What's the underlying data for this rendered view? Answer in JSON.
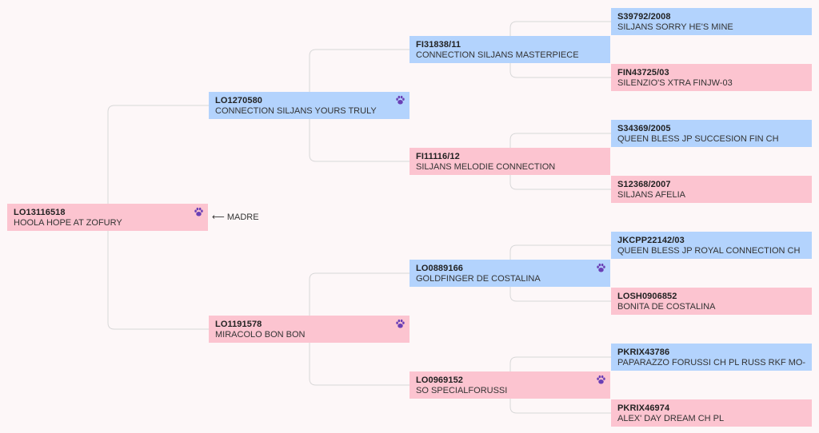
{
  "colors": {
    "male": "#b3d3fd",
    "female": "#fcc4d0",
    "paw": "#6a3fb5",
    "line": "#d8d8d8"
  },
  "pointer": {
    "arrow": "⟵",
    "label": "MADRE"
  },
  "subject": {
    "reg": "LO13116518",
    "name": "HOOLA HOPE AT ZOFURY",
    "sex": "female",
    "paw": true
  },
  "parents": [
    {
      "reg": "LO1270580",
      "name": "CONNECTION SILJANS YOURS TRULY",
      "sex": "male",
      "paw": true
    },
    {
      "reg": "LO1191578",
      "name": "MIRACOLO BON BON",
      "sex": "female",
      "paw": true
    }
  ],
  "grandparents": [
    {
      "reg": "FI31838/11",
      "name": "CONNECTION SILJANS MASTERPIECE",
      "sex": "male",
      "paw": false
    },
    {
      "reg": "FI11116/12",
      "name": "SILJANS MELODIE CONNECTION",
      "sex": "female",
      "paw": false
    },
    {
      "reg": "LO0889166",
      "name": "GOLDFINGER DE COSTALINA",
      "sex": "male",
      "paw": true
    },
    {
      "reg": "LO0969152",
      "name": "SO SPECIALFORUSSI",
      "sex": "female",
      "paw": true
    }
  ],
  "great_grandparents": [
    {
      "reg": "S39792/2008",
      "name": "SILJANS SORRY HE'S MINE",
      "sex": "male",
      "paw": false
    },
    {
      "reg": "FIN43725/03",
      "name": "SILENZIO'S XTRA FINJW-03",
      "sex": "female",
      "paw": false
    },
    {
      "reg": "S34369/2005",
      "name": "QUEEN BLESS JP SUCCESION FIN CH",
      "sex": "male",
      "paw": false
    },
    {
      "reg": "S12368/2007",
      "name": "SILJANS AFELIA",
      "sex": "female",
      "paw": false
    },
    {
      "reg": "JKCPP22142/03",
      "name": "QUEEN BLESS JP ROYAL CONNECTION CH",
      "sex": "male",
      "paw": false
    },
    {
      "reg": "LOSH0906852",
      "name": "BONITA DE COSTALINA",
      "sex": "female",
      "paw": false
    },
    {
      "reg": "PKRIX43786",
      "name": "PAPARAZZO FORUSSI CH PL RUSS RKF MO-LT",
      "sex": "male",
      "paw": false
    },
    {
      "reg": "PKRIX46974",
      "name": "ALEX' DAY DREAM CH PL",
      "sex": "female",
      "paw": false
    }
  ]
}
